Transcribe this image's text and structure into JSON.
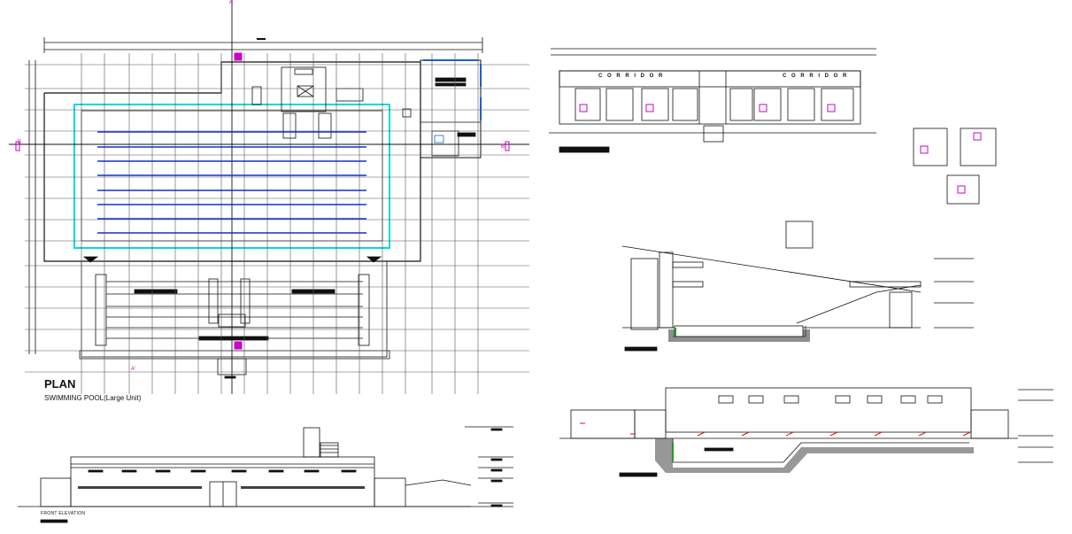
{
  "plan": {
    "title": "PLAN",
    "subtitle": "SWIMMING POOL(Large Unit)"
  },
  "front_elevation": {
    "title": "FRONT ELEVATION"
  },
  "upper_right_plan": {
    "corridor_label_left": "C O R R I D O R",
    "corridor_label_right": "C O R R I D O R"
  },
  "section_markers": {
    "a_top": "A",
    "b_left": "B",
    "b_right": "B'",
    "a_bottom": "A'"
  },
  "colors": {
    "line": "#111111",
    "grid": "#555555",
    "pool_outline": "#00d8e0",
    "lane": "#1030c8",
    "marker": "#cc00cc",
    "accent_green": "#1aa01a",
    "accent_red": "#e01010",
    "accent_blue": "#1a5fd0"
  }
}
